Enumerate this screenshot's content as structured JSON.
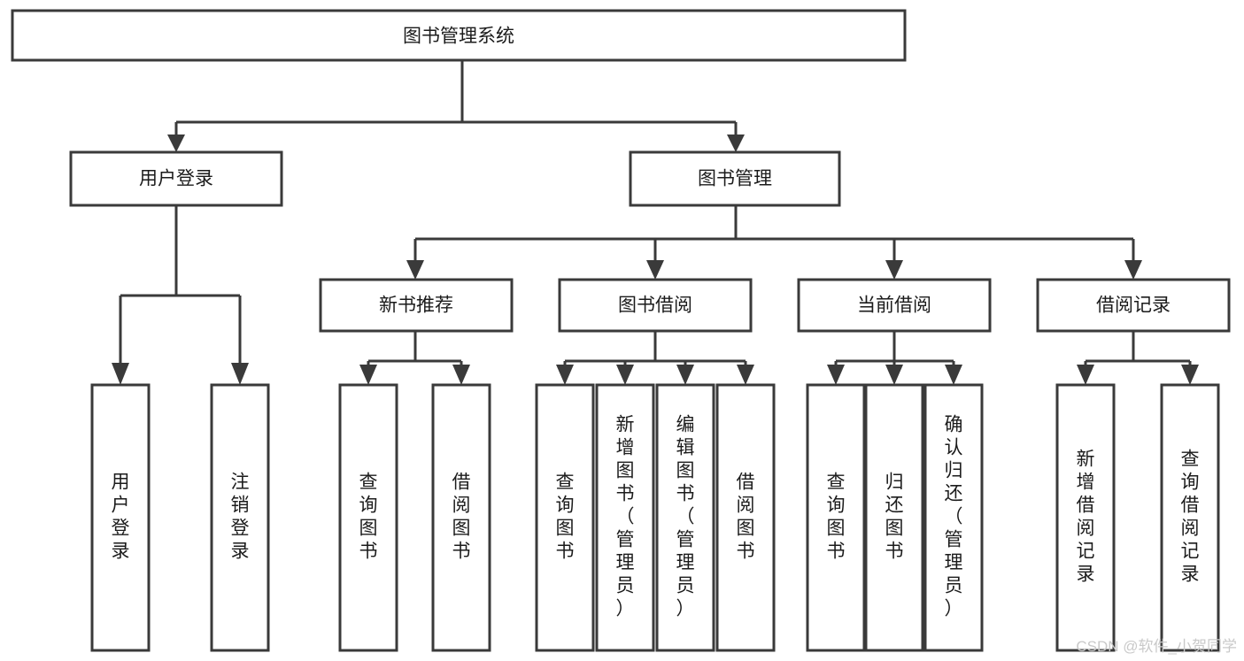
{
  "diagram": {
    "title": "图书管理系统",
    "type": "tree-hierarchy-chart",
    "colors": {
      "box_fill": "#ffffff",
      "box_stroke": "#3a3a3a",
      "text": "#1b1b1b",
      "background": "#ffffff",
      "watermark": "#c9c9c9"
    },
    "root": {
      "label": "图书管理系统"
    },
    "level2": [
      {
        "label": "用户登录"
      },
      {
        "label": "图书管理"
      }
    ],
    "level3": [
      {
        "label": "新书推荐"
      },
      {
        "label": "图书借阅"
      },
      {
        "label": "当前借阅"
      },
      {
        "label": "借阅记录"
      }
    ],
    "leaves": {
      "user_login": [
        {
          "label": "用户登录"
        },
        {
          "label": "注销登录"
        }
      ],
      "new_book_recommend": [
        {
          "label": "查询图书"
        },
        {
          "label": "借阅图书"
        }
      ],
      "book_borrow": [
        {
          "label": "查询图书"
        },
        {
          "label": "新增图书（管理员）"
        },
        {
          "label": "编辑图书（管理员）"
        },
        {
          "label": "借阅图书"
        }
      ],
      "current_borrow": [
        {
          "label": "查询图书"
        },
        {
          "label": "归还图书"
        },
        {
          "label": "确认归还（管理员）"
        }
      ],
      "borrow_record": [
        {
          "label": "新增借阅记录"
        },
        {
          "label": "查询借阅记录"
        }
      ]
    }
  },
  "watermark": {
    "text": "CSDN @软件_小贺同学"
  }
}
